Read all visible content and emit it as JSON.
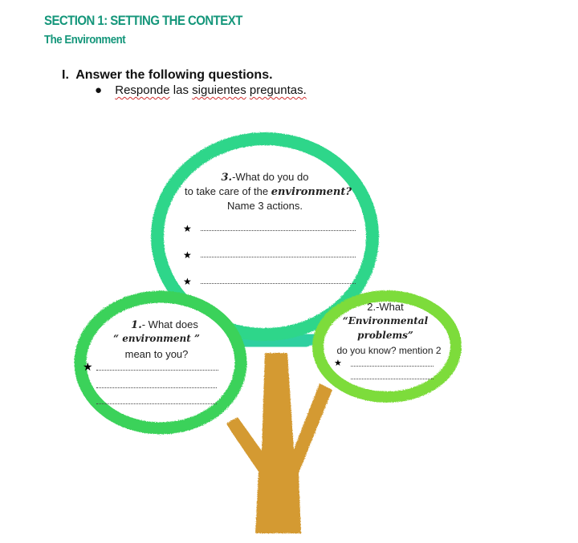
{
  "header": {
    "section_title": "SECTION 1:  SETTING THE CONTEXT",
    "section_subtitle": "The Environment"
  },
  "instructions": {
    "number": "I.",
    "question": "Answer the following questions.",
    "translation_bullet": "●",
    "translation_words": [
      "Responde",
      "las",
      "siguientes",
      "preguntas."
    ]
  },
  "tree": {
    "colors": {
      "top_circle": "#2fd68a",
      "left_circle": "#3bd25a",
      "right_circle": "#7ddc3a",
      "trunk": "#d49a30",
      "header_green": "#14967a"
    },
    "question3": {
      "number": "3.",
      "line1": "-What do you do",
      "line2_prefix": "to take care of the ",
      "line2_cursive": "environment?",
      "line3": "Name 3 actions.",
      "bullets": [
        "★",
        "★",
        "★"
      ]
    },
    "question1": {
      "number": "1.",
      "line1": "- What does",
      "line2": "“ environment ”",
      "line3": "mean to you?",
      "bullet": "★"
    },
    "question2": {
      "line1": "2.-What",
      "line2": "“Environmental",
      "line3": "problems”",
      "line4": "do you know? mention 2",
      "bullet": "★"
    }
  }
}
